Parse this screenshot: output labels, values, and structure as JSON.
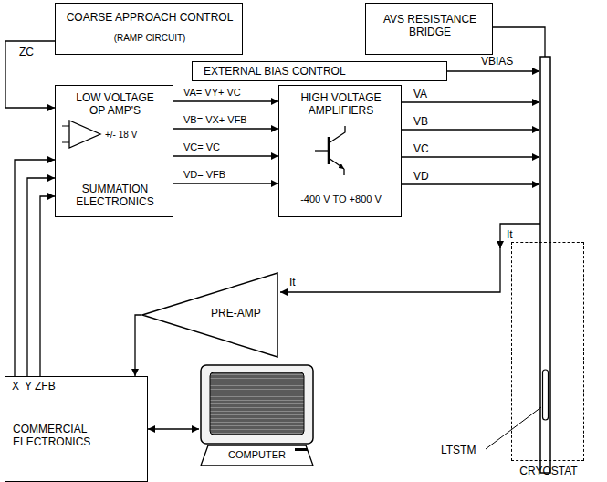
{
  "diagram": {
    "nodes": [
      {
        "text": [
          "COARSE APPROACH CONTROL",
          "(RAMP CIRCUIT)"
        ]
      },
      {
        "text": [
          "AVS RESISTANCE BRIDGE"
        ]
      },
      {
        "text": [
          "EXTERNAL BIAS CONTROL"
        ]
      },
      {
        "text": [
          "LOW VOLTAGE OP AMP'S",
          "+/- 18 V",
          "SUMMATION ELECTRONICS"
        ]
      },
      {
        "text": [
          "HIGH VOLTAGE AMPLIFIERS",
          "-400 V TO +800 V"
        ]
      },
      {
        "text": [
          "CRYOSTAT"
        ]
      },
      {
        "text": [
          "PRE-AMP"
        ]
      },
      {
        "text": [
          "COMMERCIAL ELECTRONICS"
        ]
      },
      {
        "text": [
          "COMPUTER"
        ]
      }
    ],
    "edges": [
      {
        "from": 0,
        "to": 3,
        "arrow": "to",
        "label": "ZC"
      },
      {
        "from": 3,
        "to": 4,
        "arrow": "to",
        "label": "VA= VY+ VC"
      },
      {
        "from": 3,
        "to": 4,
        "arrow": "to",
        "label": "VB= VX+ VFB"
      },
      {
        "from": 3,
        "to": 4,
        "arrow": "to",
        "label": "VC= VC"
      },
      {
        "from": 3,
        "to": 4,
        "arrow": "to",
        "label": "VD= VFB"
      },
      {
        "from": 6,
        "to": 7,
        "arrow": "to"
      },
      {
        "from": 7,
        "to": 3,
        "arrow": "to"
      },
      {
        "from": 7,
        "to": 3,
        "arrow": "to"
      },
      {
        "from": 7,
        "to": 3,
        "arrow": "to"
      },
      {
        "from": 7,
        "to": 8,
        "arrow": "both"
      }
    ],
    "labels": [
      "VBIAS",
      "VA",
      "VB",
      "VC",
      "VD",
      "It",
      "It",
      "X",
      "Y",
      "ZFB",
      "LTSTM"
    ]
  }
}
